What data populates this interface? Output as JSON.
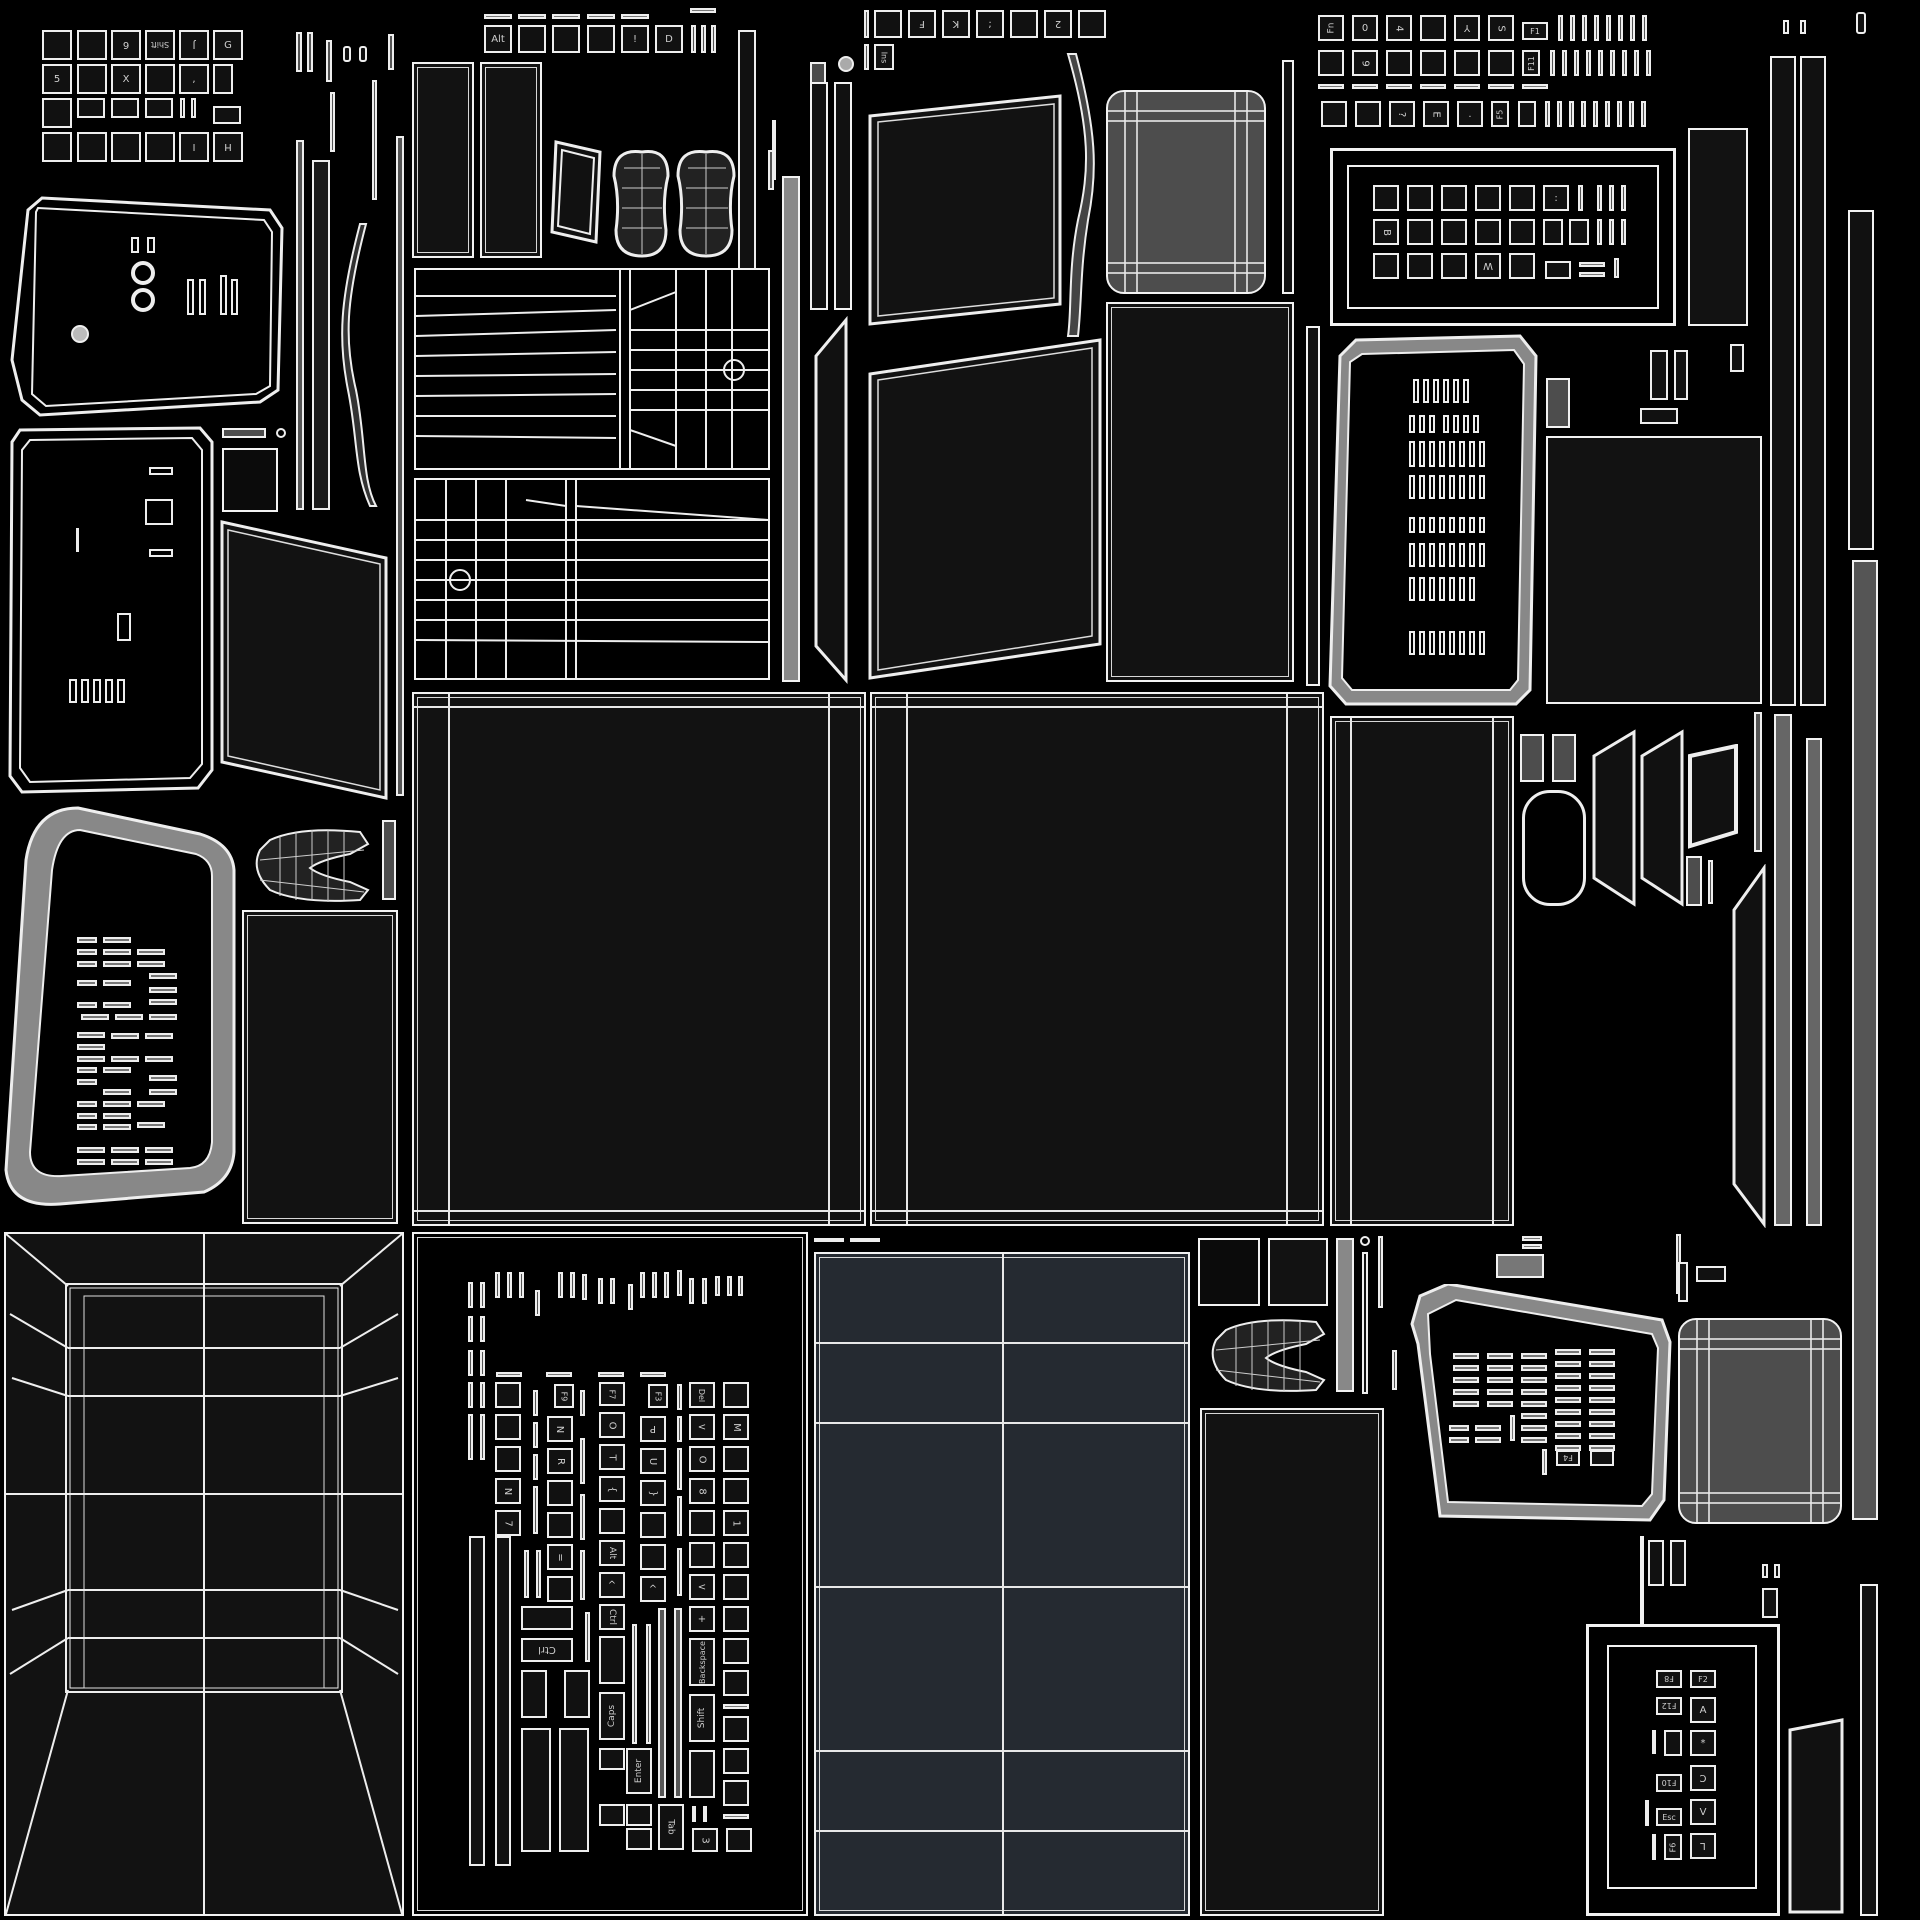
{
  "texture": {
    "kind": "uv-wireframe-map",
    "background": "#000000",
    "line_color": "#f2f2f2",
    "fill_dark": "#121212",
    "fill_gray": "#4d4d4d",
    "fill_slate": "#252a31"
  },
  "keycaps": {
    "top_left_block": {
      "row1": [
        "",
        "",
        "6",
        "Shift",
        "J",
        "G"
      ],
      "row2": [
        "5",
        "",
        "X",
        "",
        ",",
        ""
      ],
      "row4": [
        "",
        "",
        "",
        "",
        "I",
        "H"
      ]
    },
    "top_center_block": {
      "row1": [
        "Alt",
        "",
        "",
        "",
        "!",
        "D"
      ]
    },
    "top_center_right_block": {
      "row1": [
        "",
        "F",
        "K",
        ";",
        "",
        "2",
        ""
      ],
      "row2": [
        "Ins"
      ]
    },
    "top_right_block": {
      "row1": [
        "Fn",
        "0",
        "4",
        "",
        "Y",
        "S",
        "F1"
      ],
      "row2": [
        "",
        "9",
        "",
        "",
        "",
        "",
        "F11"
      ],
      "row3": [
        "",
        "",
        "?",
        "E",
        ".",
        "F5",
        ""
      ]
    },
    "right_panel_block": {
      "row1": [
        "",
        "",
        "",
        "",
        "",
        ":"
      ],
      "row2": [
        "B",
        "",
        "",
        "",
        "",
        "",
        ""
      ],
      "row3": [
        "",
        "",
        "",
        "W",
        "",
        ""
      ]
    },
    "bottom_keyboard": {
      "col1": [
        "",
        "",
        "",
        "N",
        "7"
      ],
      "col2": [
        "F9",
        "N",
        "R",
        "",
        "",
        "=",
        "",
        "Ctrl"
      ],
      "col3": [
        "F7",
        "O",
        "T",
        "{",
        "",
        "Alt",
        "^",
        "Ctrl",
        "",
        "Caps",
        "Enter"
      ],
      "col4": [
        "F3",
        "P",
        "U",
        "}",
        "",
        "",
        "^"
      ],
      "col5": [
        "Del",
        "<",
        "O",
        "8",
        "",
        "",
        "<",
        "+",
        "Backspace",
        "Shift",
        "",
        "3",
        "Tab"
      ],
      "col6": [
        "",
        "M",
        "",
        "",
        "1",
        "",
        "",
        "",
        "",
        "",
        "",
        "",
        ""
      ]
    },
    "bottom_right_block": {
      "left": [
        "F8",
        "F12",
        "",
        "F10",
        "Esc",
        "F6"
      ],
      "right": [
        "F2",
        "A",
        "*",
        "C",
        "V",
        "L"
      ]
    },
    "bottom_right_bezel": {
      "labels": [
        "F4"
      ]
    }
  }
}
